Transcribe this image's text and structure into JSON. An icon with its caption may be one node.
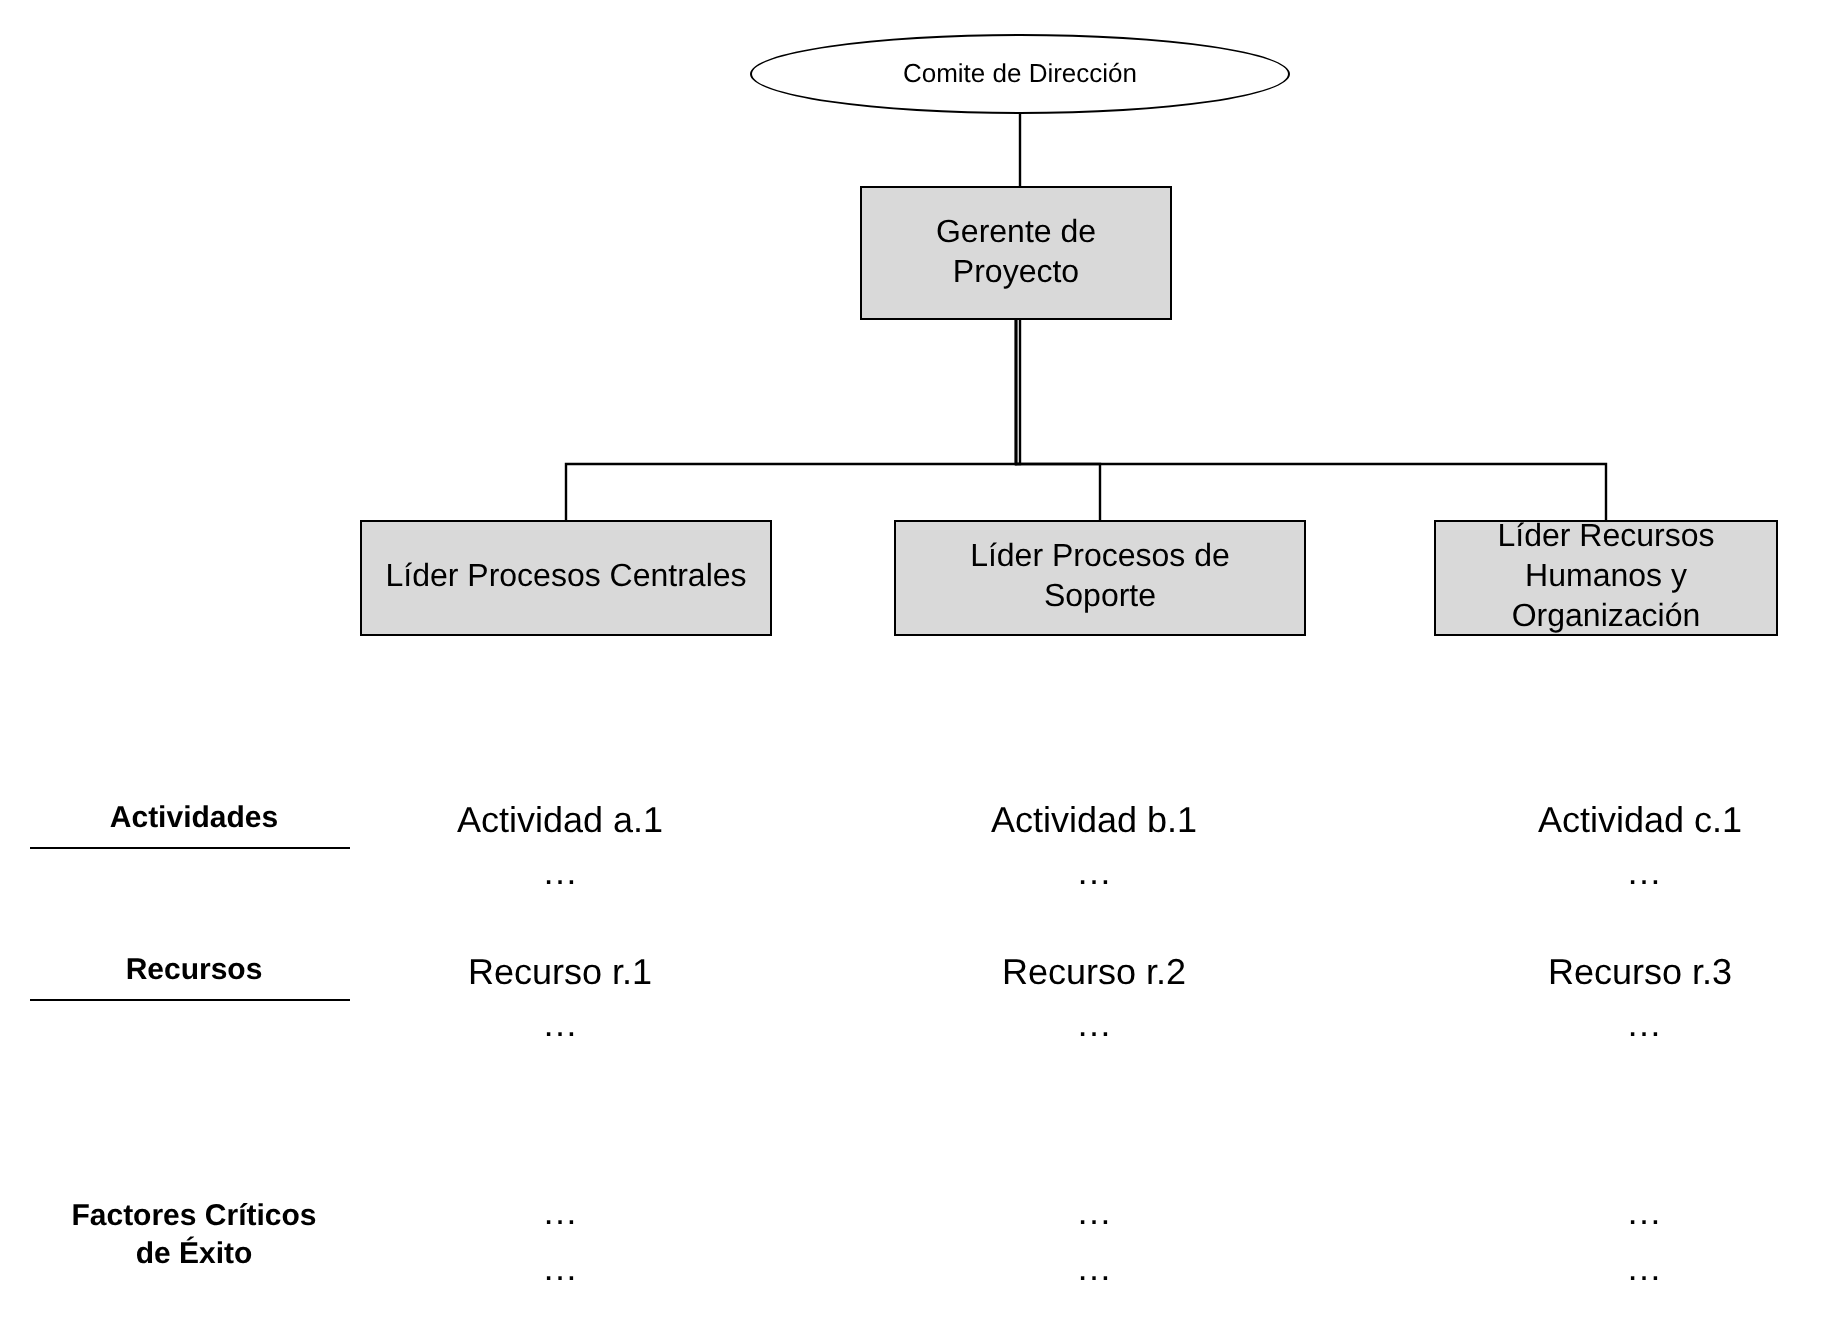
{
  "diagram": {
    "nodes": [
      {
        "text": [
          "Comite de Dirección"
        ]
      },
      {
        "text": [
          "Gerente de Proyecto"
        ]
      },
      {
        "text": [
          "Líder Procesos Centrales"
        ]
      },
      {
        "text": [
          "Líder Procesos de Soporte"
        ]
      },
      {
        "text": [
          "Líder Recursos Humanos y Organización"
        ]
      }
    ],
    "edges": [
      {
        "from": 0,
        "to": 1,
        "arrow": "none"
      },
      {
        "from": 1,
        "to": 2,
        "arrow": "none"
      },
      {
        "from": 1,
        "to": 3,
        "arrow": "none"
      },
      {
        "from": 1,
        "to": 4,
        "arrow": "none"
      }
    ],
    "labels": [
      "Actividades",
      "Actividad a.1",
      "Actividad b.1",
      "Actividad c.1",
      "…",
      "…",
      "…",
      "Recursos",
      "Recurso r.1",
      "Recurso r.2",
      "Recurso r.3",
      "…",
      "…",
      "…",
      "Factores Críticos de Éxito",
      "…",
      "…",
      "…",
      "…",
      "…",
      "…"
    ]
  }
}
